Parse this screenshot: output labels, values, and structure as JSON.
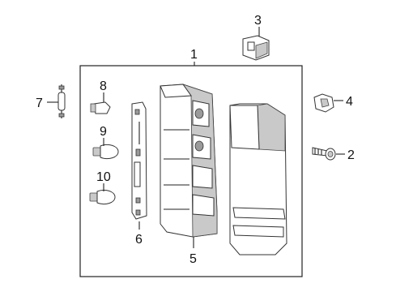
{
  "callouts": {
    "c1": "1",
    "c2": "2",
    "c3": "3",
    "c4": "4",
    "c5": "5",
    "c6": "6",
    "c7": "7",
    "c8": "8",
    "c9": "9",
    "c10": "10"
  },
  "colors": {
    "line": "#222222",
    "shade": "#c9c9c9",
    "background": "#ffffff"
  }
}
